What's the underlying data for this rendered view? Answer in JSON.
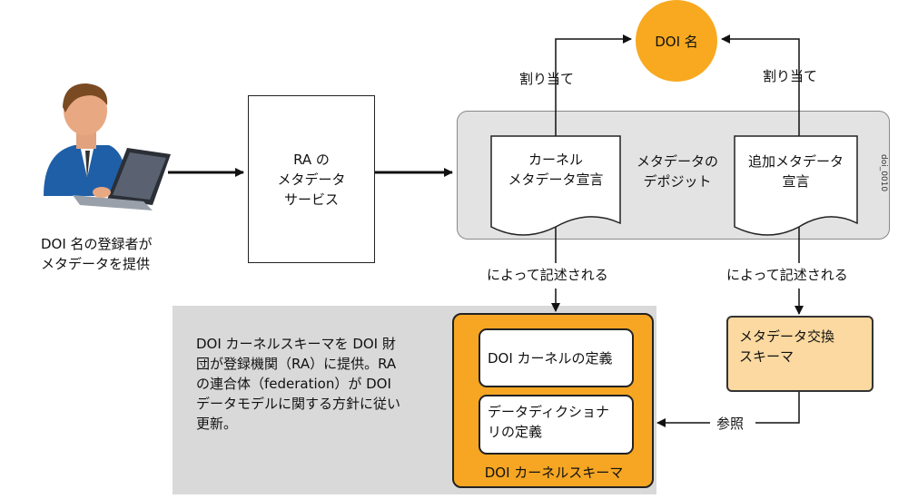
{
  "registrant": {
    "line1": "DOI 名の登録者が",
    "line2": "メタデータを提供"
  },
  "ra_service": {
    "line1": "RA の",
    "line2": "メタデータ",
    "line3": "サービス"
  },
  "doi_name": "DOI 名",
  "assign_left": "割り当て",
  "assign_right": "割り当て",
  "kernel_decl": {
    "line1": "カーネル",
    "line2": "メタデータ宣言"
  },
  "deposit": {
    "line1": "メタデータの",
    "line2": "デポジット"
  },
  "extra_decl": {
    "line1": "追加メタデータ",
    "line2": "宣言"
  },
  "side_code": "doi_0010",
  "described_left": "によって記述される",
  "described_right": "によって記述される",
  "note": {
    "line1": "DOI カーネルスキーマを DOI 財",
    "line2": "団が登録機関（RA）に提供。RA",
    "line3": "の連合体（federation）が DOI",
    "line4": "データモデルに関する方針に従い",
    "line5": "更新。"
  },
  "kernel_def": "DOI カーネルの定義",
  "dict_def": {
    "line1": "データディクショナ",
    "line2": "リの定義"
  },
  "kernel_schema_label": "DOI カーネルスキーマ",
  "exchange_schema": {
    "line1": "メタデータ交換",
    "line2": "スキーマ"
  },
  "reference": "参照",
  "colors": {
    "orange": "#f6a623",
    "light_orange": "#fbd9a0",
    "gray_panel": "#d9d9d9",
    "deposit_bg": "#e3e3e3"
  }
}
